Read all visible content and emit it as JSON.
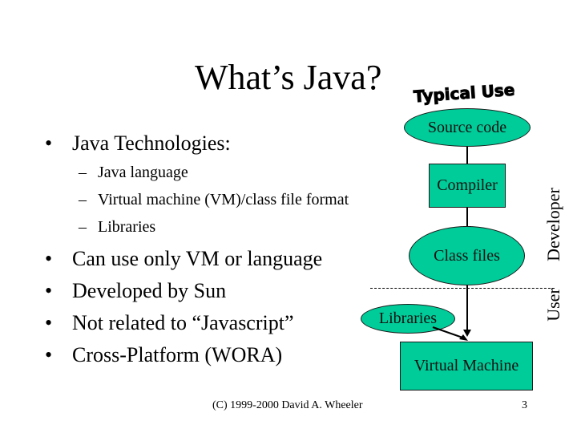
{
  "slide": {
    "title": "What’s Java?",
    "bullets": [
      {
        "text": "Java Technologies:",
        "marker": "•"
      },
      {
        "text": "Can use only VM or language",
        "marker": "•"
      },
      {
        "text": "Developed by Sun",
        "marker": "•"
      },
      {
        "text": "Not related to “Javascript”",
        "marker": "•"
      },
      {
        "text": "Cross-Platform (WORA)",
        "marker": "•"
      }
    ],
    "sub_bullets": [
      {
        "text": "Java language",
        "marker": "–"
      },
      {
        "text": "Virtual machine (VM)/class file format",
        "marker": "–"
      },
      {
        "text": "Libraries",
        "marker": "–"
      }
    ],
    "footer": {
      "copyright": "(C) 1999-2000 David A. Wheeler",
      "page_number": "3"
    }
  },
  "diagram": {
    "heading": "Typical Use",
    "nodes": {
      "source_code": "Source code",
      "compiler": "Compiler",
      "class_files": "Class files",
      "libraries": "Libraries",
      "virtual_machine": "Virtual Machine"
    },
    "side_labels": {
      "developer": "Developer",
      "user": "User"
    },
    "fill_color": "#00cc99"
  }
}
